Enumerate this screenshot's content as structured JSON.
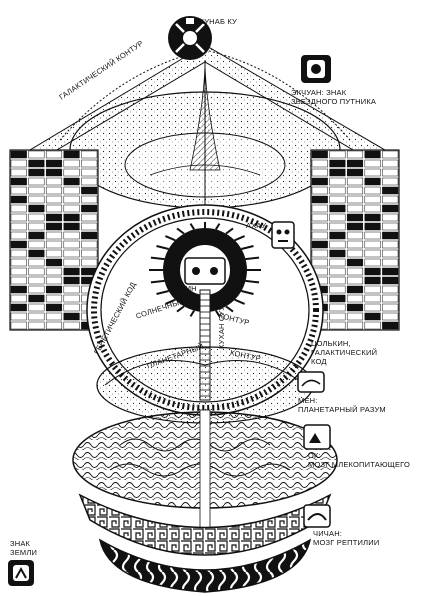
{
  "labels": {
    "hunab_ku": "ХУНАБ КУ",
    "galactic_contour": "ГАЛАКТИЧЕСКИЙ КОНТУР",
    "ekchuan_1": "ЭКЧУАН: ЗНАК",
    "ekchuan_2": "ЗВЕЗДНОГО ПУТНИКА",
    "ahau": "АХАУ",
    "kin": "КИН",
    "solar": "СОЛНЕЧНЫЙ",
    "contour_upper": "КОНТУР",
    "genetic_code": "ГЕНЕТИЧЕСКИЙ КОД",
    "planetary": "ПЛАНЕТАРНЫЙ",
    "contour_lower": "КОНТУР",
    "tsolkin_1": "ЦОЛЬКИН,",
    "tsolkin_2": "ГАЛАКТИЧЕСКИЙ",
    "tsolkin_3": "КОД",
    "kuxan_suum": "КУХАН СУУМ",
    "men_1": "МЕН:",
    "men_2": "ПЛАНЕТАРНЫЙ РАЗУМ",
    "ok_1": "ОК:",
    "ok_2": "МОЗГ МЛЕКОПИТАЮЩЕГО",
    "chichan_1": "ЧИЧАН:",
    "chichan_2": "МОЗГ РЕПТИЛИИ",
    "earth_sign_1": "ЗНАК",
    "earth_sign_2": "ЗЕМЛИ"
  }
}
